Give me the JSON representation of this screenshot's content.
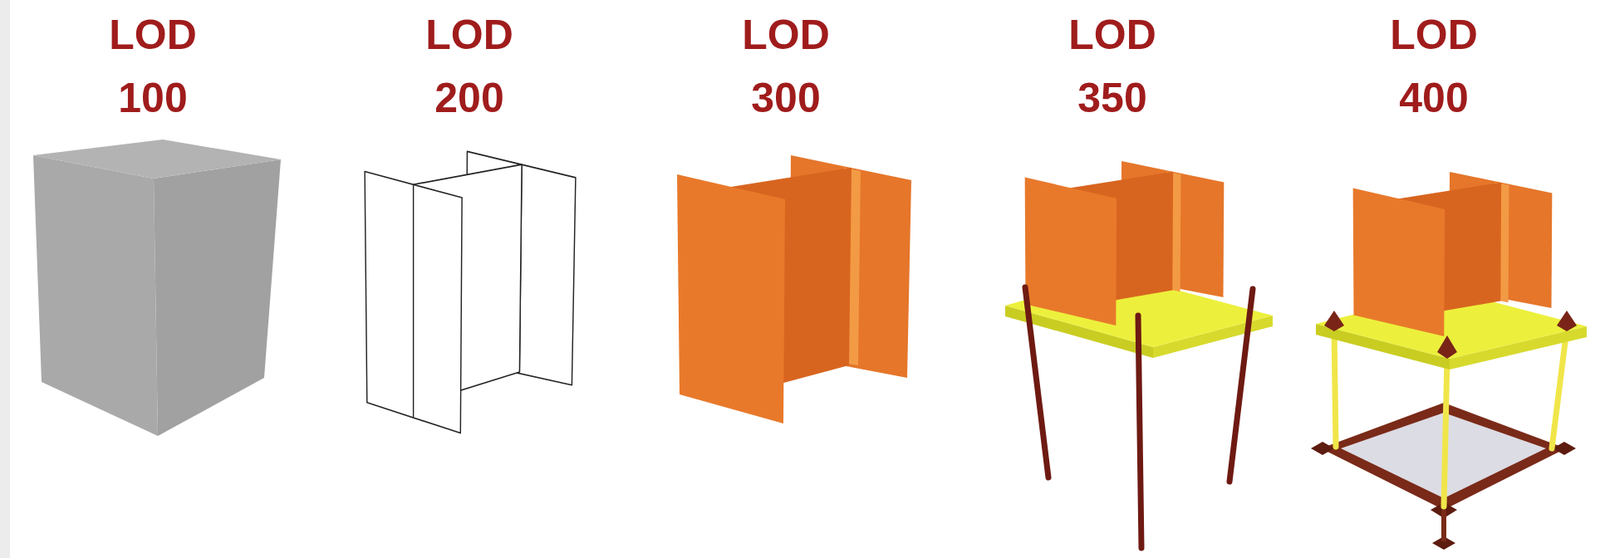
{
  "diagram": {
    "labels": [
      "LOD 100",
      "LOD 200",
      "LOD 300",
      "LOD 350",
      "LOD 400"
    ]
  }
}
